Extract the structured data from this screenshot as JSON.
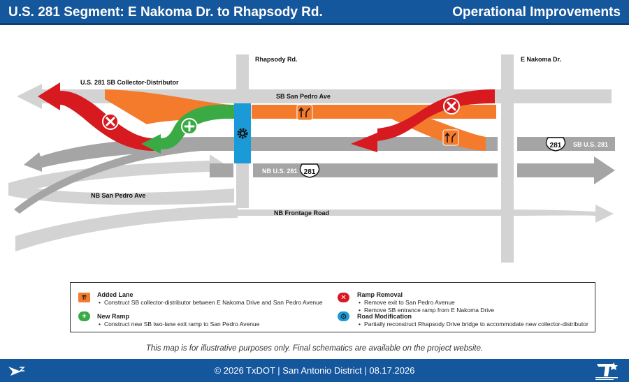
{
  "header": {
    "title": "U.S. 281 Segment: E Nakoma Dr. to Rhapsody Rd.",
    "subtitle": "Operational Improvements"
  },
  "map": {
    "road_labels": {
      "rhapsody": "Rhapsody Rd.",
      "nakoma": "E Nakoma Dr.",
      "collector": "U.S. 281 SB Collector-Distributor",
      "sb_san_pedro": "SB San Pedro Ave",
      "sb_281": "SB U.S. 281",
      "nb_281": "NB U.S. 281",
      "nb_san_pedro": "NB San Pedro Ave",
      "nb_frontage": "NB Frontage Road"
    },
    "shield_number": "281",
    "colors": {
      "road": "#d3d3d3",
      "highway": "#a5a5a5",
      "added_lane": "#f47a2c",
      "new_ramp": "#3aaa44",
      "ramp_removal": "#d71920",
      "road_modification": "#1a9bd7"
    }
  },
  "legend": {
    "added_lane": {
      "title": "Added Lane",
      "items": [
        "Construct SB collector-distributor between E Nakoma Drive and San Pedro Avenue"
      ]
    },
    "new_ramp": {
      "title": "New Ramp",
      "items": [
        "Construct new SB two-lane exit ramp to San Pedro Avenue"
      ]
    },
    "ramp_removal": {
      "title": "Ramp Removal",
      "items": [
        "Remove exit to San Pedro Avenue",
        "Remove SB entrance ramp from E Nakoma Drive"
      ]
    },
    "road_modification": {
      "title": "Road Modification",
      "items": [
        "Partially reconstruct Rhapsody Drive bridge to accommodate new collector-distributor"
      ]
    }
  },
  "disclaimer": "This map is for illustrative purposes only. Final schematics are available on the project website.",
  "footer": {
    "text": "© 2026 TxDOT | San Antonio District | 08.17.2026"
  }
}
